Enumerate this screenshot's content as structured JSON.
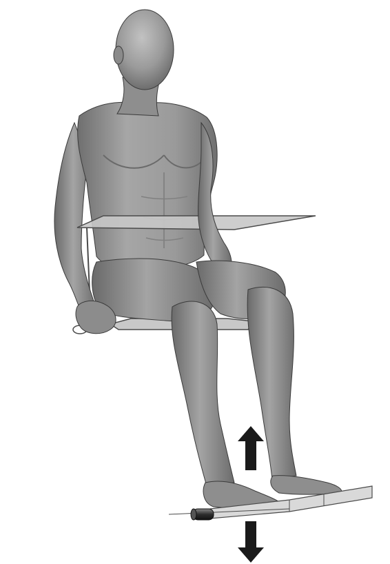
{
  "figure": {
    "subject": "seated-mannequin",
    "colors": {
      "background": "#ffffff",
      "skin_light": "#a9a9a9",
      "skin_mid": "#8c8c8c",
      "skin_dark": "#5e5e5e",
      "skin_outline": "#3a3a3a",
      "plane_fill": "#c8c8c8",
      "plane_edge": "#4a4a4a",
      "pedal_fill": "#d9d9d9",
      "arrow": "#1a1a1a"
    },
    "elements": {
      "head": "faceless-head",
      "backrest": "horizontal-backrest-plane",
      "seat": "seat-board",
      "pedal": "foot-pedal-board",
      "roller": "cylindrical-roller",
      "arrow_up": "arrow-up-icon",
      "arrow_down": "arrow-down-icon"
    }
  }
}
